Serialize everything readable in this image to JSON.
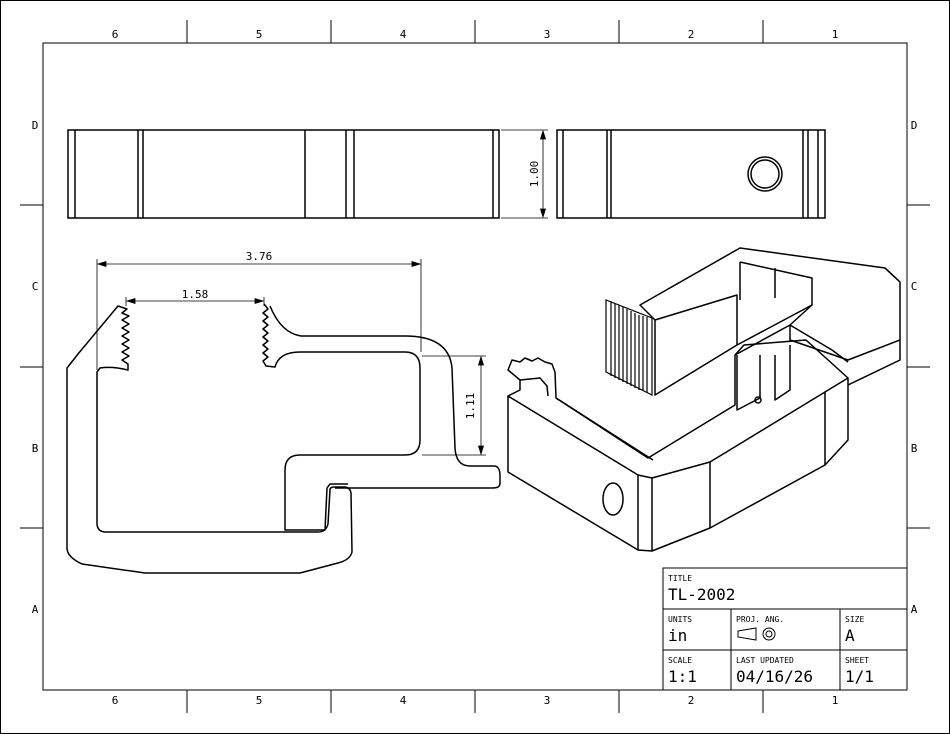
{
  "border": {
    "columns": [
      "6",
      "5",
      "4",
      "3",
      "2",
      "1"
    ],
    "rows": [
      "D",
      "C",
      "B",
      "A"
    ]
  },
  "dimensions": {
    "overall_length": "3.76",
    "jaw_gap": "1.58",
    "depth": "1.00",
    "step_height": "1.11"
  },
  "title_block": {
    "title_label": "TITLE",
    "title": "TL-2002",
    "units_label": "UNITS",
    "units": "in",
    "proj_label": "PROJ. ANG.",
    "size_label": "SIZE",
    "size": "A",
    "scale_label": "SCALE",
    "scale": "1:1",
    "updated_label": "LAST UPDATED",
    "updated": "04/16/26",
    "sheet_label": "SHEET",
    "sheet": "1/1"
  },
  "colors": {
    "line": "#000000",
    "paper": "#ffffff"
  }
}
